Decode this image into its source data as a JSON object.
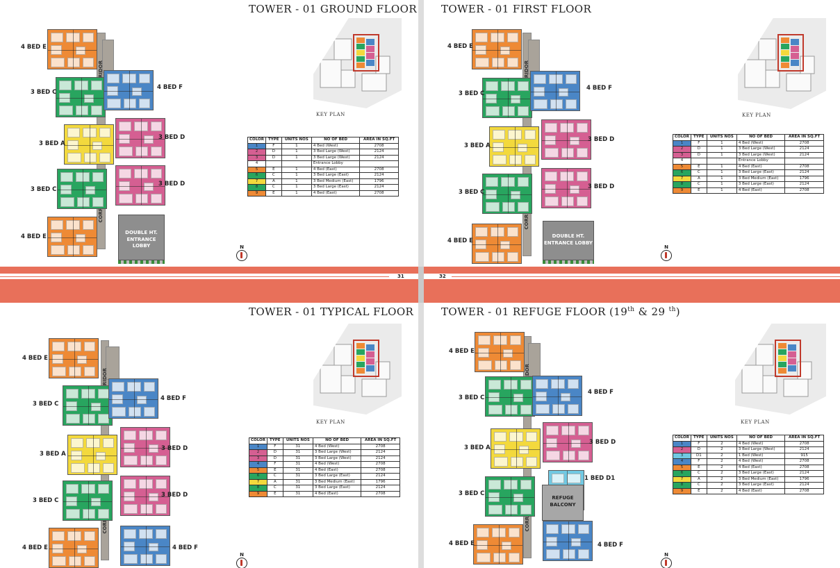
{
  "colors": {
    "F": "#4a86c6",
    "D": "#d55f92",
    "E": "#ee8a35",
    "C": "#28a55f",
    "A": "#f3d93d",
    "D1": "#71c9e3",
    "band": "#e8705a"
  },
  "key_caption": "KEY PLAN",
  "north_letter": "N",
  "corridor_label": "CORRIDOR",
  "headers": [
    "COLOR",
    "TYPE",
    "UNITS NOS",
    "NO OF BED",
    "AREA IN SQ.FT"
  ],
  "pages": [
    {
      "title": "TOWER - 01 GROUND FLOOR",
      "page_number": "31",
      "labels": [
        "4 BED E",
        "3 BED C",
        "4 BED F",
        "3 BED A",
        "3 BED D",
        "3 BED C",
        "3 BED D",
        "4 BED E"
      ],
      "lobby": [
        "DOUBLE HT.",
        "ENTRANCE LOBBY"
      ],
      "table": [
        [
          "1",
          "F",
          "1",
          "4 Bed  (West)",
          "2708"
        ],
        [
          "2",
          "D",
          "1",
          "3 Bed Large (West)",
          "2124"
        ],
        [
          "3",
          "D",
          "1",
          "3 Bed Large (West)",
          "2124"
        ],
        [
          "4",
          "",
          "",
          "Entrance Lobby",
          ""
        ],
        [
          "5",
          "E",
          "1",
          "4 Bed  (East)",
          "2708"
        ],
        [
          "6",
          "C",
          "1",
          "3 Bed Large (East)",
          "2124"
        ],
        [
          "7",
          "A",
          "1",
          "3 Bed Medium (East)",
          "1796"
        ],
        [
          "8",
          "C",
          "1",
          "3 Bed Large (East)",
          "2124"
        ],
        [
          "9",
          "E",
          "1",
          "4 Bed  (East)",
          "2708"
        ]
      ]
    },
    {
      "title": "TOWER - 01 FIRST FLOOR",
      "page_number": "32",
      "labels": [
        "4 BED E",
        "3 BED C",
        "4 BED F",
        "3 BED A",
        "3 BED D",
        "3 BED C",
        "3 BED D",
        "4 BED E"
      ],
      "lobby": [
        "DOUBLE HT.",
        "ENTRANCE LOBBY"
      ],
      "table": [
        [
          "1",
          "F",
          "1",
          "4 Bed  (West)",
          "2708"
        ],
        [
          "2",
          "D",
          "1",
          "3 Bed Large (West)",
          "2124"
        ],
        [
          "3",
          "D",
          "1",
          "3 Bed Large (West)",
          "2124"
        ],
        [
          "4",
          "",
          "",
          "Entrance Lobby",
          ""
        ],
        [
          "5",
          "E",
          "1",
          "4 Bed  (East)",
          "2708"
        ],
        [
          "6",
          "C",
          "1",
          "3 Bed Large (East)",
          "2124"
        ],
        [
          "7",
          "A",
          "1",
          "3 Bed Medium (East)",
          "1796"
        ],
        [
          "8",
          "C",
          "1",
          "3 Bed Large (East)",
          "2124"
        ],
        [
          "9",
          "E",
          "1",
          "4 Bed  (East)",
          "2708"
        ]
      ]
    },
    {
      "title": "TOWER - 01 TYPICAL FLOOR",
      "labels": [
        "4 BED E",
        "3 BED C",
        "4 BED F",
        "3 BED A",
        "3 BED D",
        "3 BED C",
        "3 BED D",
        "4 BED E",
        "4 BED F"
      ],
      "table": [
        [
          "1",
          "F",
          "31",
          "4 Bed  (West)",
          "2708"
        ],
        [
          "2",
          "D",
          "31",
          "3 Bed Large (West)",
          "2124"
        ],
        [
          "3",
          "D",
          "31",
          "3 Bed Large (West)",
          "2124"
        ],
        [
          "4",
          "F",
          "31",
          "4 Bed  (West)",
          "2708"
        ],
        [
          "5",
          "E",
          "31",
          "4 Bed  (East)",
          "2708"
        ],
        [
          "6",
          "C",
          "31",
          "3 Bed Large (East)",
          "2124"
        ],
        [
          "7",
          "A",
          "31",
          "3 Bed Medium (East)",
          "1796"
        ],
        [
          "8",
          "C",
          "31",
          "3 Bed Large (East)",
          "2124"
        ],
        [
          "9",
          "E",
          "31",
          "4 Bed  (East)",
          "2708"
        ]
      ]
    },
    {
      "title_main": "TOWER - 01 REFUGE FLOOR (19",
      "sup1": "th",
      "title_mid": " & 29 ",
      "sup2": "th",
      "title_end": ")",
      "labels": [
        "4 BED E",
        "3 BED C",
        "4 BED F",
        "3 BED A",
        "3 BED D",
        "3 BED C",
        "1 BED D1",
        "4 BED E",
        "4 BED F"
      ],
      "refuge": [
        "REFUGE",
        "BALCONY"
      ],
      "table": [
        [
          "1",
          "F",
          "2",
          "4 Bed  (West)",
          "2708"
        ],
        [
          "2",
          "D",
          "2",
          "3 Bed Large (West)",
          "2124"
        ],
        [
          "3",
          "D1",
          "2",
          "1 Bed (West)",
          "915"
        ],
        [
          "4",
          "F",
          "2",
          "4 Bed  (West)",
          "2708"
        ],
        [
          "5",
          "E",
          "2",
          "4 Bed  (East)",
          "2708"
        ],
        [
          "6",
          "C",
          "2",
          "3 Bed Large (East)",
          "2124"
        ],
        [
          "7",
          "A",
          "2",
          "3 Bed Medium (East)",
          "1796"
        ],
        [
          "8",
          "C",
          "2",
          "3 Bed Large (East)",
          "2124"
        ],
        [
          "9",
          "E",
          "2",
          "4 Bed  (East)",
          "2708"
        ]
      ]
    }
  ]
}
